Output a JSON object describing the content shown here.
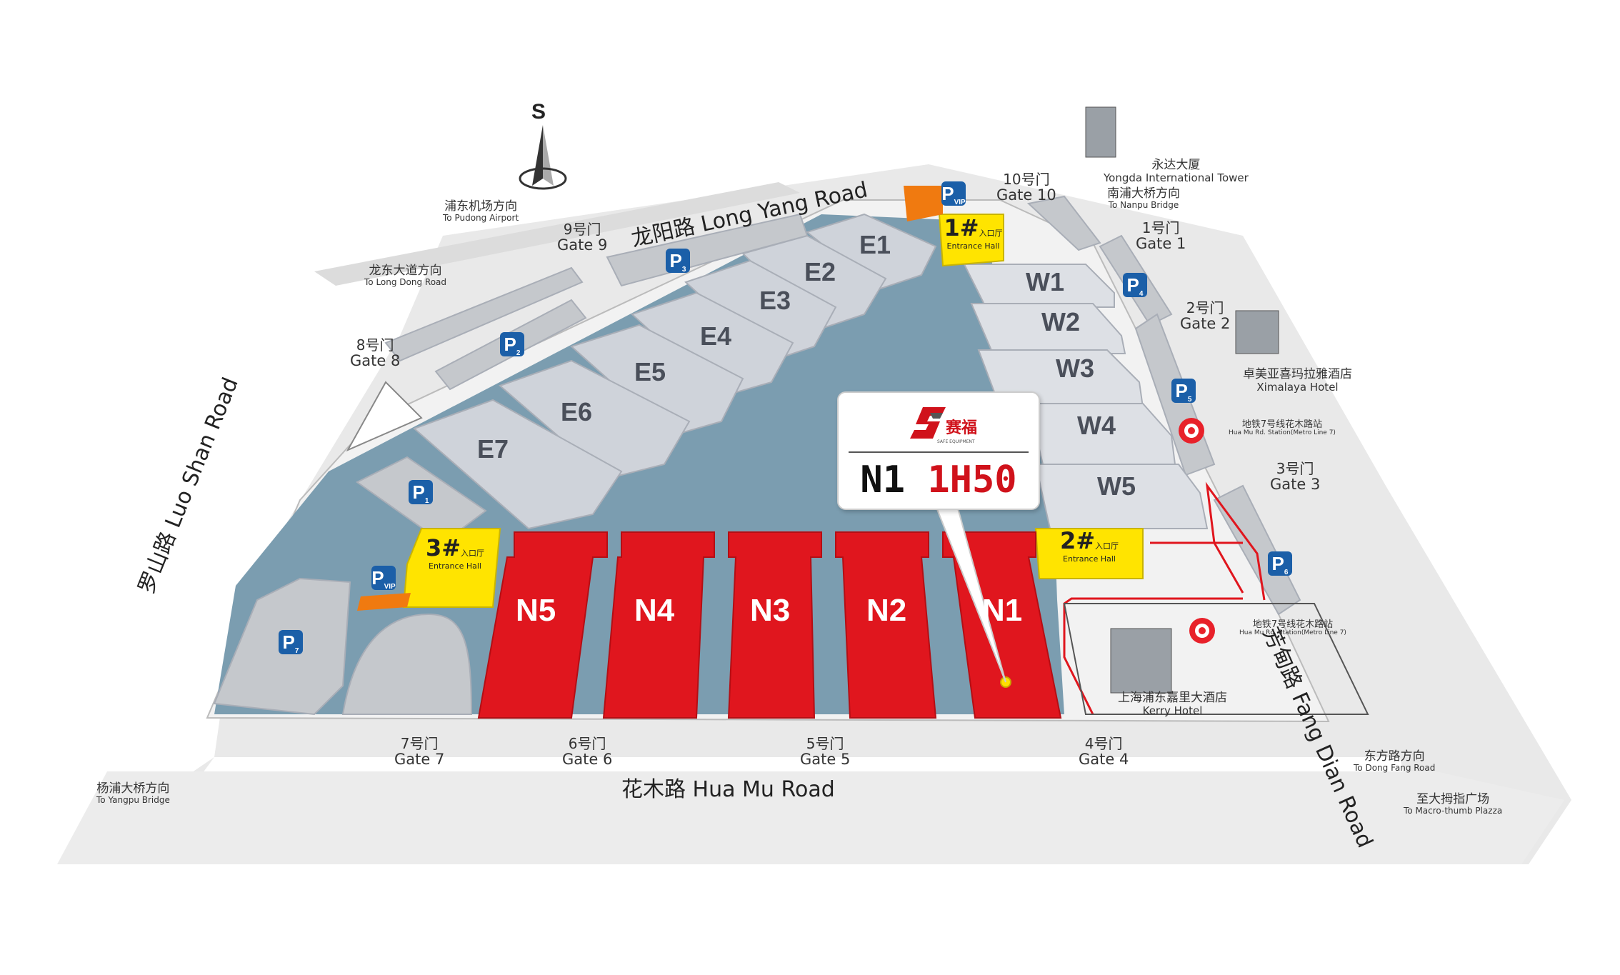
{
  "compass": {
    "label": "S"
  },
  "roads": {
    "long_yang": "龙阳路 Long Yang Road",
    "luo_shan": "罗山路 Luo Shan Road",
    "hua_mu": "花木路 Hua Mu Road",
    "fang_dian": "芳甸路 Fang Dian Road"
  },
  "gates": [
    {
      "cn": "9号门",
      "en": "Gate 9"
    },
    {
      "cn": "8号门",
      "en": "Gate 8"
    },
    {
      "cn": "10号门",
      "en": "Gate 10"
    },
    {
      "cn": "1号门",
      "en": "Gate 1"
    },
    {
      "cn": "2号门",
      "en": "Gate 2"
    },
    {
      "cn": "3号门",
      "en": "Gate 3"
    },
    {
      "cn": "4号门",
      "en": "Gate 4"
    },
    {
      "cn": "5号门",
      "en": "Gate 5"
    },
    {
      "cn": "6号门",
      "en": "Gate 6"
    },
    {
      "cn": "7号门",
      "en": "Gate 7"
    }
  ],
  "directions": [
    {
      "cn": "浦东机场方向",
      "en": "To Pudong Airport"
    },
    {
      "cn": "龙东大道方向",
      "en": "To Long Dong Road"
    },
    {
      "cn": "杨浦大桥方向",
      "en": "To Yangpu Bridge"
    },
    {
      "cn": "东方路方向",
      "en": "To Dong Fang Road"
    },
    {
      "cn": "至大拇指广场",
      "en": "To Macro-thumb Plazza"
    },
    {
      "cn": "南浦大桥方向",
      "en": "To Nanpu Bridge"
    }
  ],
  "landmarks": {
    "yongda": {
      "cn": "永达大厦",
      "en": "Yongda International Tower"
    },
    "ximalaya": {
      "cn": "卓美亚喜玛拉雅酒店",
      "en": "Ximalaya Hotel"
    },
    "kerry": {
      "cn": "上海浦东嘉里大酒店",
      "en": "Kerry Hotel"
    },
    "metro1": {
      "cn": "地铁7号线花木路站",
      "en": "Hua Mu Rd. Station(Metro Line 7)"
    },
    "metro2": {
      "cn": "地铁7号线花木路站",
      "en": "Hua Mu Rd. Station(Metro Line 7)"
    }
  },
  "halls": {
    "east": [
      "E1",
      "E2",
      "E3",
      "E4",
      "E5",
      "E6",
      "E7"
    ],
    "west": [
      "W1",
      "W2",
      "W3",
      "W4",
      "W5"
    ],
    "north": [
      "N5",
      "N4",
      "N3",
      "N2",
      "N1"
    ]
  },
  "entrances": [
    {
      "num": "1#",
      "cn": "入口厅",
      "en": "Entrance Hall"
    },
    {
      "num": "2#",
      "cn": "入口厅",
      "en": "Entrance Hall"
    },
    {
      "num": "3#",
      "cn": "入口厅",
      "en": "Entrance Hall"
    }
  ],
  "parking": [
    "P1",
    "P2",
    "P3",
    "P4",
    "P5",
    "P6",
    "P7"
  ],
  "vip_label": "VIP",
  "callout": {
    "brand_cn": "赛福",
    "brand_en": "SAFE EQUIPMENT",
    "hall": "N1",
    "booth": "1H50"
  },
  "colors": {
    "water": "#7b9db0",
    "ground": "#e6e6e6",
    "hall_grey": "#cfd3da",
    "hall_red": "#e0161e",
    "entrance_yellow": "#ffe400",
    "vip_orange": "#f07a10",
    "parking_blue": "#1b5fa8",
    "booth_red": "#d0121b"
  }
}
